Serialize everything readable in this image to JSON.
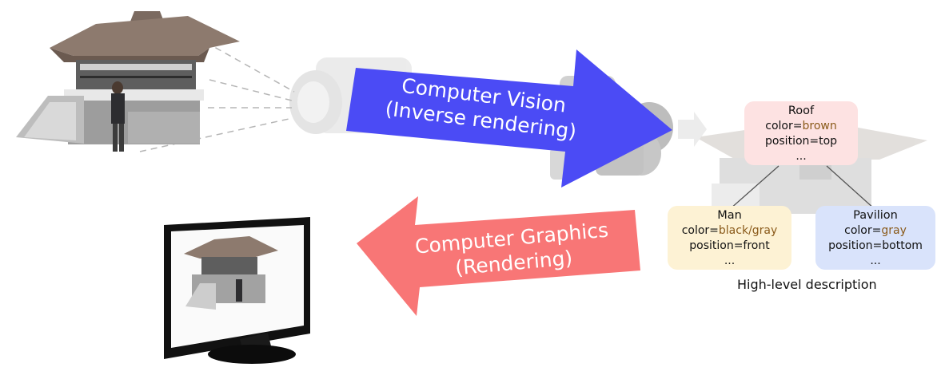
{
  "cv_arrow": {
    "line1": "Computer Vision",
    "line2": "(Inverse rendering)",
    "color": "#4b4bf5"
  },
  "cg_arrow": {
    "line1": "Computer Graphics",
    "line2": "(Rendering)",
    "color": "#f87676"
  },
  "roof": {
    "title": "Roof",
    "color_key": "color=",
    "color_val": "brown",
    "position": "position=top",
    "more": "...",
    "bg": "#fde2e2"
  },
  "man": {
    "title": "Man",
    "color_key": "color=",
    "color_val": "black/gray",
    "position": "position=front",
    "more": "...",
    "bg": "#fdf2d4"
  },
  "pavilion": {
    "title": "Pavilion",
    "color_key": "color=",
    "color_val": "gray",
    "position": "position=bottom",
    "more": "...",
    "bg": "#d9e3fb"
  },
  "value_color": "#8a5a1a",
  "caption": "High-level description"
}
